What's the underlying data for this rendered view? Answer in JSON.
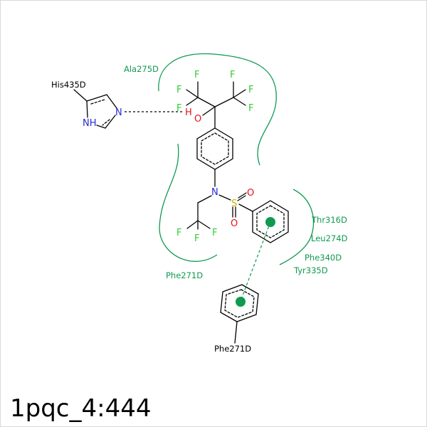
{
  "title": "1pqc_4:444",
  "colors": {
    "fluorine": "#33cc33",
    "oxygen": "#e8101a",
    "nitrogen": "#2828d8",
    "sulfur": "#c8b400",
    "residue": "#0f9a50",
    "bond": "#000000"
  },
  "atoms": {
    "f1": "F",
    "f2": "F",
    "f3": "F",
    "f4": "F",
    "f5": "F",
    "f6": "F",
    "f7": "F",
    "f8": "F",
    "f9": "F",
    "o_hydroxyl": "O",
    "h_hydroxyl": "H",
    "n_sulfonamide": "N",
    "s_sulfonyl": "S",
    "o_s1": "O",
    "o_s2": "O",
    "n_imid": "N",
    "nh_imid": "NH"
  },
  "residues": {
    "ala275": "Ala275D",
    "his435": "His435D",
    "thr316": "Thr316D",
    "leu274": "Leu274D",
    "phe340": "Phe340D",
    "tyr335": "Tyr335D",
    "phe271_pocket": "Phe271D",
    "phe271_ring": "Phe271D"
  }
}
